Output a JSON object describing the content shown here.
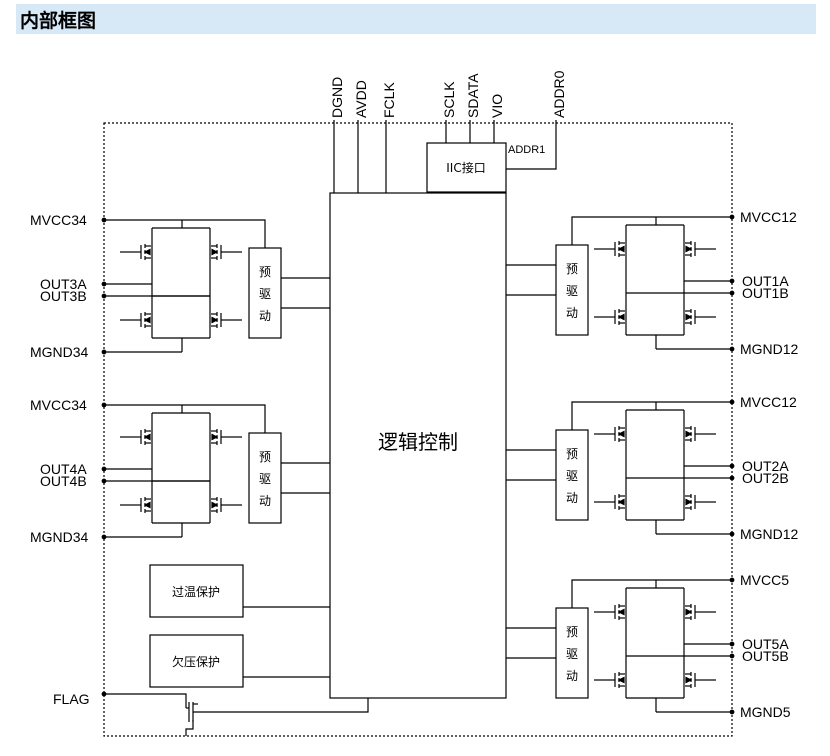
{
  "title": "内部框图",
  "top_pins": [
    "DGND",
    "AVDD",
    "FCLK",
    "SCLK",
    "SDATA",
    "VIO",
    "ADDR0"
  ],
  "addr1_label": "ADDR1",
  "iic_label": "IIC接口",
  "logic_label": "逻辑控制",
  "predriver_label": [
    "预",
    "驱",
    "动"
  ],
  "left_bridges": [
    {
      "vcc": "MVCC34",
      "out_a": "OUT3A",
      "out_b": "OUT3B",
      "gnd": "MGND34"
    },
    {
      "vcc": "MVCC34",
      "out_a": "OUT4A",
      "out_b": "OUT4B",
      "gnd": "MGND34"
    }
  ],
  "right_bridges": [
    {
      "vcc": "MVCC12",
      "out_a": "OUT1A",
      "out_b": "OUT1B",
      "gnd": "MGND12"
    },
    {
      "vcc": "MVCC12",
      "out_a": "OUT2A",
      "out_b": "OUT2B",
      "gnd": "MGND12"
    },
    {
      "vcc": "MVCC5",
      "out_a": "OUT5A",
      "out_b": "OUT5B",
      "gnd": "MGND5"
    }
  ],
  "over_temp_label": "过温保护",
  "under_voltage_label": "欠压保护",
  "flag_label": "FLAG"
}
